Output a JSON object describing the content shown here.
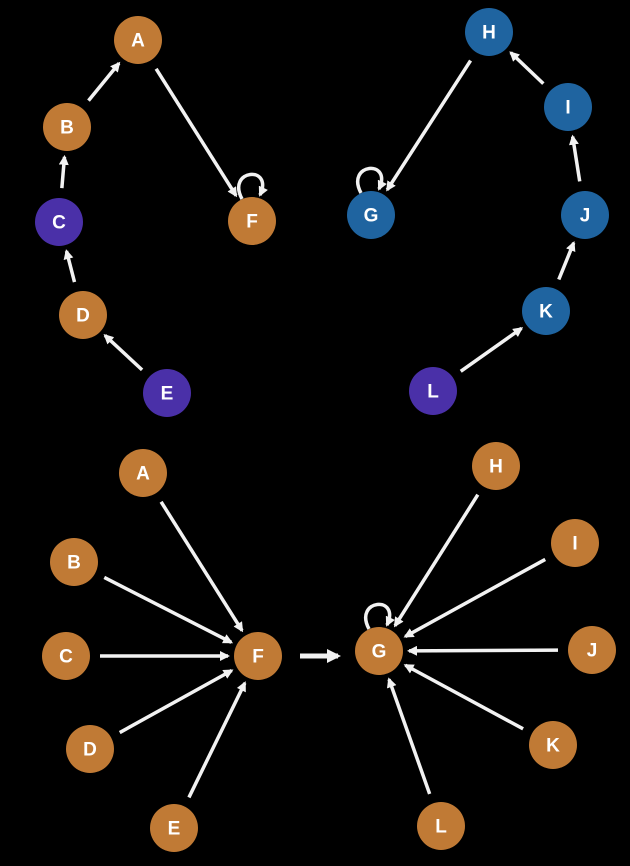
{
  "colors": {
    "background": "#000000",
    "orange": "#c07a35",
    "blue": "#1f64a0",
    "purple": "#4a30a8",
    "edge": "#f2f2f2",
    "label": "#ffffff"
  },
  "graphs": [
    {
      "id": "top-left",
      "nodes": [
        {
          "id": "A",
          "label": "A",
          "color": "orange"
        },
        {
          "id": "B",
          "label": "B",
          "color": "orange"
        },
        {
          "id": "C",
          "label": "C",
          "color": "purple"
        },
        {
          "id": "D",
          "label": "D",
          "color": "orange"
        },
        {
          "id": "E",
          "label": "E",
          "color": "purple"
        },
        {
          "id": "F",
          "label": "F",
          "color": "orange"
        }
      ],
      "edges": [
        [
          "E",
          "D"
        ],
        [
          "D",
          "C"
        ],
        [
          "C",
          "B"
        ],
        [
          "B",
          "A"
        ],
        [
          "A",
          "F"
        ],
        [
          "F",
          "F"
        ]
      ]
    },
    {
      "id": "top-right",
      "nodes": [
        {
          "id": "H",
          "label": "H",
          "color": "blue"
        },
        {
          "id": "I",
          "label": "I",
          "color": "blue"
        },
        {
          "id": "J",
          "label": "J",
          "color": "blue"
        },
        {
          "id": "K",
          "label": "K",
          "color": "blue"
        },
        {
          "id": "L",
          "label": "L",
          "color": "purple"
        },
        {
          "id": "G",
          "label": "G",
          "color": "blue"
        }
      ],
      "edges": [
        [
          "L",
          "K"
        ],
        [
          "K",
          "J"
        ],
        [
          "J",
          "I"
        ],
        [
          "I",
          "H"
        ],
        [
          "H",
          "G"
        ],
        [
          "G",
          "G"
        ]
      ]
    },
    {
      "id": "bottom-left",
      "nodes": [
        {
          "id": "A",
          "label": "A",
          "color": "orange"
        },
        {
          "id": "B",
          "label": "B",
          "color": "orange"
        },
        {
          "id": "C",
          "label": "C",
          "color": "orange"
        },
        {
          "id": "D",
          "label": "D",
          "color": "orange"
        },
        {
          "id": "E",
          "label": "E",
          "color": "orange"
        },
        {
          "id": "F",
          "label": "F",
          "color": "orange"
        }
      ],
      "edges": [
        [
          "A",
          "F"
        ],
        [
          "B",
          "F"
        ],
        [
          "C",
          "F"
        ],
        [
          "D",
          "F"
        ],
        [
          "E",
          "F"
        ]
      ]
    },
    {
      "id": "bottom-right",
      "nodes": [
        {
          "id": "G",
          "label": "G",
          "color": "orange"
        },
        {
          "id": "H",
          "label": "H",
          "color": "orange"
        },
        {
          "id": "I",
          "label": "I",
          "color": "orange"
        },
        {
          "id": "J",
          "label": "J",
          "color": "orange"
        },
        {
          "id": "K",
          "label": "K",
          "color": "orange"
        },
        {
          "id": "L",
          "label": "L",
          "color": "orange"
        }
      ],
      "edges": [
        [
          "H",
          "G"
        ],
        [
          "I",
          "G"
        ],
        [
          "J",
          "G"
        ],
        [
          "K",
          "G"
        ],
        [
          "L",
          "G"
        ],
        [
          "G",
          "G"
        ]
      ]
    }
  ],
  "connector": {
    "from": "bottom-left.F",
    "to": "bottom-right.G"
  }
}
